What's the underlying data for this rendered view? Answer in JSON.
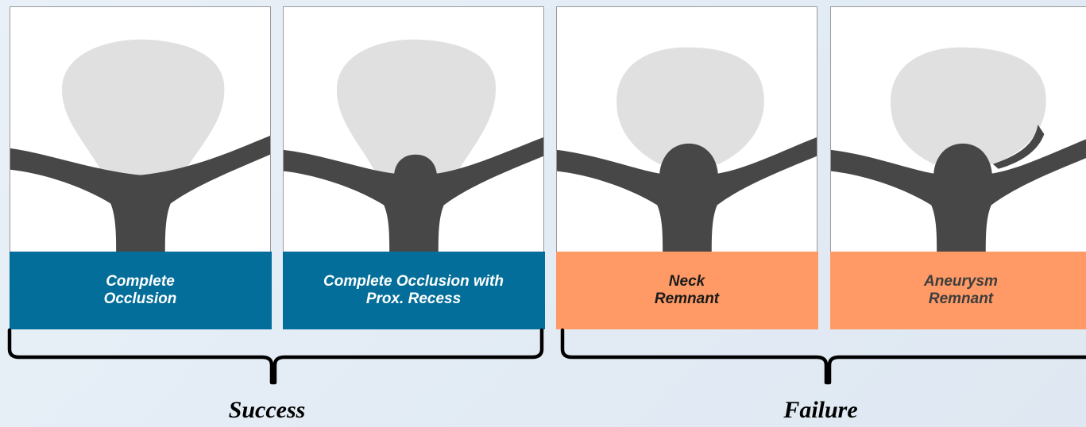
{
  "panels": [
    {
      "label": "Complete\nOcclusion",
      "group": "success",
      "variant": "complete"
    },
    {
      "label": "Complete Occlusion with\nProx. Recess",
      "group": "success",
      "variant": "recess"
    },
    {
      "label": "Neck\nRemnant",
      "group": "failure",
      "variant": "neck"
    },
    {
      "label": "Aneurysm\nRemnant",
      "group": "failure",
      "variant": "aneurysm"
    }
  ],
  "groups": {
    "success": "Success",
    "failure": "Failure"
  },
  "colors": {
    "success_box": "#036e99",
    "failure_box": "#ff9a66",
    "vessel": "#474747",
    "aneurysm": "#e0e0e0"
  }
}
